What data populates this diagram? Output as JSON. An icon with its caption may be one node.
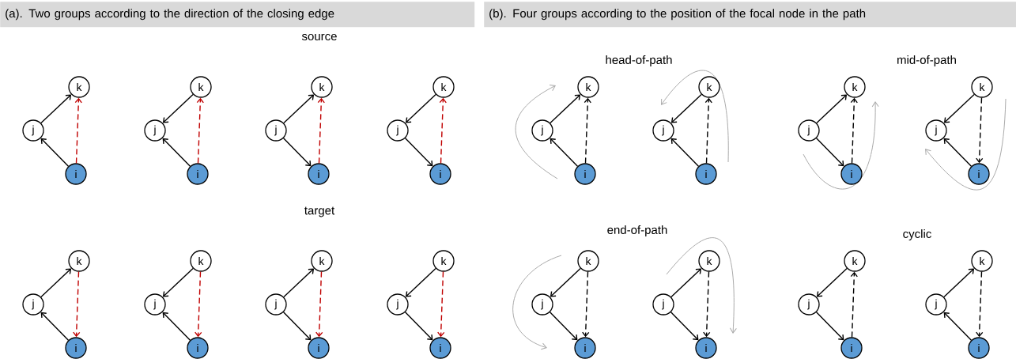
{
  "diagram": {
    "nodes": [
      {
        "text": [
          "(a). Two groups according to the direction of the closing edge"
        ]
      },
      {
        "text": [
          "(b). Four groups according to the position of the focal node in the path"
        ]
      },
      {
        "text": [
          "k"
        ]
      },
      {
        "text": [
          "j"
        ]
      },
      {
        "text": [
          "i"
        ]
      },
      {
        "text": [
          "k"
        ]
      },
      {
        "text": [
          "j"
        ]
      },
      {
        "text": [
          "i"
        ]
      },
      {
        "text": [
          "k"
        ]
      },
      {
        "text": [
          "j"
        ]
      },
      {
        "text": [
          "i"
        ]
      },
      {
        "text": [
          "k"
        ]
      },
      {
        "text": [
          "j"
        ]
      },
      {
        "text": [
          "i"
        ]
      },
      {
        "text": [
          "k"
        ]
      },
      {
        "text": [
          "j"
        ]
      },
      {
        "text": [
          "i"
        ]
      },
      {
        "text": [
          "k"
        ]
      },
      {
        "text": [
          "j"
        ]
      },
      {
        "text": [
          "i"
        ]
      },
      {
        "text": [
          "k"
        ]
      },
      {
        "text": [
          "j"
        ]
      },
      {
        "text": [
          "i"
        ]
      },
      {
        "text": [
          "k"
        ]
      },
      {
        "text": [
          "j"
        ]
      },
      {
        "text": [
          "i"
        ]
      },
      {
        "text": [
          "k"
        ]
      },
      {
        "text": [
          "j"
        ]
      },
      {
        "text": [
          "i"
        ]
      },
      {
        "text": [
          "k"
        ]
      },
      {
        "text": [
          "j"
        ]
      },
      {
        "text": [
          "i"
        ]
      },
      {
        "text": [
          "k"
        ]
      },
      {
        "text": [
          "j"
        ]
      },
      {
        "text": [
          "i"
        ]
      },
      {
        "text": [
          "k"
        ]
      },
      {
        "text": [
          "j"
        ]
      },
      {
        "text": [
          "i"
        ]
      },
      {
        "text": [
          "k"
        ]
      },
      {
        "text": [
          "j"
        ]
      },
      {
        "text": [
          "i"
        ]
      },
      {
        "text": [
          "k"
        ]
      },
      {
        "text": [
          "j"
        ]
      },
      {
        "text": [
          "i"
        ]
      },
      {
        "text": [
          "k"
        ]
      },
      {
        "text": [
          "j"
        ]
      },
      {
        "text": [
          "i"
        ]
      },
      {
        "text": [
          "k"
        ]
      },
      {
        "text": [
          "j"
        ]
      },
      {
        "text": [
          "i"
        ]
      }
    ],
    "edges": [
      {
        "from": 4,
        "to": 3,
        "arrow": "to"
      },
      {
        "from": 3,
        "to": 2,
        "arrow": "to"
      },
      {
        "from": 4,
        "to": 2,
        "arrow": "to",
        "style": "dashed",
        "color": "#c00000"
      },
      {
        "from": 7,
        "to": 6,
        "arrow": "to"
      },
      {
        "from": 5,
        "to": 6,
        "arrow": "to"
      },
      {
        "from": 7,
        "to": 5,
        "arrow": "to",
        "style": "dashed",
        "color": "#c00000"
      },
      {
        "from": 9,
        "to": 10,
        "arrow": "to"
      },
      {
        "from": 9,
        "to": 8,
        "arrow": "to"
      },
      {
        "from": 10,
        "to": 8,
        "arrow": "to",
        "style": "dashed",
        "color": "#c00000"
      },
      {
        "from": 12,
        "to": 13,
        "arrow": "to"
      },
      {
        "from": 11,
        "to": 12,
        "arrow": "to"
      },
      {
        "from": 13,
        "to": 11,
        "arrow": "to",
        "style": "dashed",
        "color": "#c00000"
      },
      {
        "from": 16,
        "to": 15,
        "arrow": "to"
      },
      {
        "from": 15,
        "to": 14,
        "arrow": "to"
      },
      {
        "from": 16,
        "to": 14,
        "arrow": "to",
        "style": "dashed"
      },
      {
        "from": 19,
        "to": 18,
        "arrow": "to"
      },
      {
        "from": 17,
        "to": 18,
        "arrow": "to"
      },
      {
        "from": 19,
        "to": 17,
        "arrow": "to",
        "style": "dashed"
      },
      {
        "from": 21,
        "to": 22,
        "arrow": "to"
      },
      {
        "from": 21,
        "to": 20,
        "arrow": "to"
      },
      {
        "from": 22,
        "to": 20,
        "arrow": "to",
        "style": "dashed"
      },
      {
        "from": 25,
        "to": 24,
        "arrow": "to"
      },
      {
        "from": 23,
        "to": 24,
        "arrow": "to"
      },
      {
        "from": 23,
        "to": 25,
        "arrow": "to",
        "style": "dashed"
      },
      {
        "from": 28,
        "to": 27,
        "arrow": "to"
      },
      {
        "from": 27,
        "to": 26,
        "arrow": "to"
      },
      {
        "from": 26,
        "to": 28,
        "arrow": "to",
        "style": "dashed",
        "color": "#c00000"
      },
      {
        "from": 31,
        "to": 30,
        "arrow": "to"
      },
      {
        "from": 29,
        "to": 30,
        "arrow": "to"
      },
      {
        "from": 29,
        "to": 31,
        "arrow": "to",
        "style": "dashed",
        "color": "#c00000"
      },
      {
        "from": 33,
        "to": 34,
        "arrow": "to"
      },
      {
        "from": 33,
        "to": 32,
        "arrow": "to"
      },
      {
        "from": 32,
        "to": 34,
        "arrow": "to",
        "style": "dashed",
        "color": "#c00000"
      },
      {
        "from": 36,
        "to": 37,
        "arrow": "to"
      },
      {
        "from": 35,
        "to": 36,
        "arrow": "to"
      },
      {
        "from": 35,
        "to": 37,
        "arrow": "to",
        "style": "dashed",
        "color": "#c00000"
      },
      {
        "from": 38,
        "to": 39,
        "arrow": "to"
      },
      {
        "from": 39,
        "to": 40,
        "arrow": "to"
      },
      {
        "from": 38,
        "to": 40,
        "arrow": "to",
        "style": "dashed"
      },
      {
        "from": 42,
        "to": 43,
        "arrow": "to"
      },
      {
        "from": 42,
        "to": 41,
        "arrow": "to"
      },
      {
        "from": 41,
        "to": 43,
        "arrow": "to",
        "style": "dashed"
      },
      {
        "from": 44,
        "to": 45,
        "arrow": "to"
      },
      {
        "from": 45,
        "to": 46,
        "arrow": "to"
      },
      {
        "from": 46,
        "to": 44,
        "arrow": "to",
        "style": "dashed"
      },
      {
        "from": 49,
        "to": 48,
        "arrow": "to"
      },
      {
        "from": 48,
        "to": 47,
        "arrow": "to"
      },
      {
        "from": 47,
        "to": 49,
        "arrow": "to",
        "style": "dashed"
      }
    ],
    "labels": [
      "source",
      "head-of-path",
      "mid-of-path",
      "target",
      "end-of-path",
      "cyclic"
    ]
  }
}
